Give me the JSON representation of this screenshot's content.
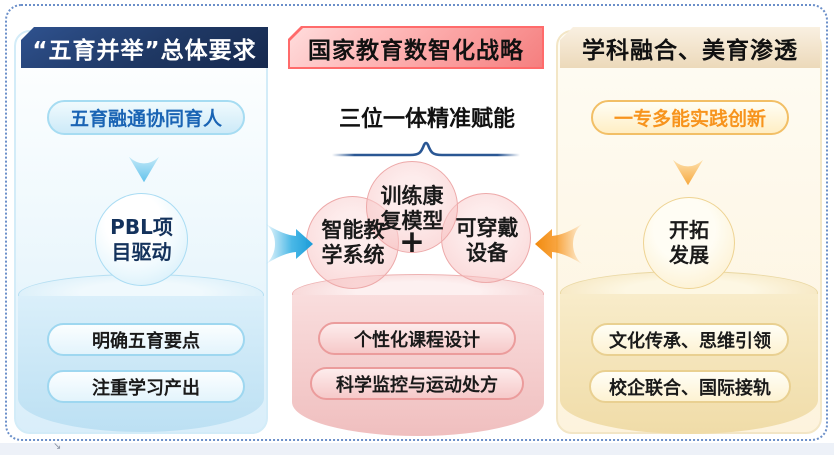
{
  "colors": {
    "left_accent": "#29abe2",
    "navy_header": "#1f3864",
    "red_accent": "#ff6b6b",
    "orange_accent": "#f7941d",
    "frame_border": "#6b8fc9"
  },
  "columns": {
    "left": {
      "header": "“五育并举”总体要求",
      "badge": "五育融通协同育人",
      "circle": "PBL项目驱动",
      "pills": [
        "明确五育要点",
        "注重学习产出"
      ]
    },
    "middle": {
      "header": "国家教育数智化战略",
      "subtitle": "三位一体精准赋能",
      "circle_top": "训练康复模型",
      "plus": "+",
      "circle_left": "智能教学系统",
      "circle_right": "可穿戴设备",
      "pills": [
        "个性化课程设计",
        "科学监控与运动处方"
      ]
    },
    "right": {
      "header": "学科融合、美育渗透",
      "badge": "一专多能实践创新",
      "circle": "开拓发展",
      "pills": [
        "文化传承、思维引领",
        "校企联合、国际接轨"
      ]
    }
  },
  "cursor": {
    "glyph": "↘"
  }
}
